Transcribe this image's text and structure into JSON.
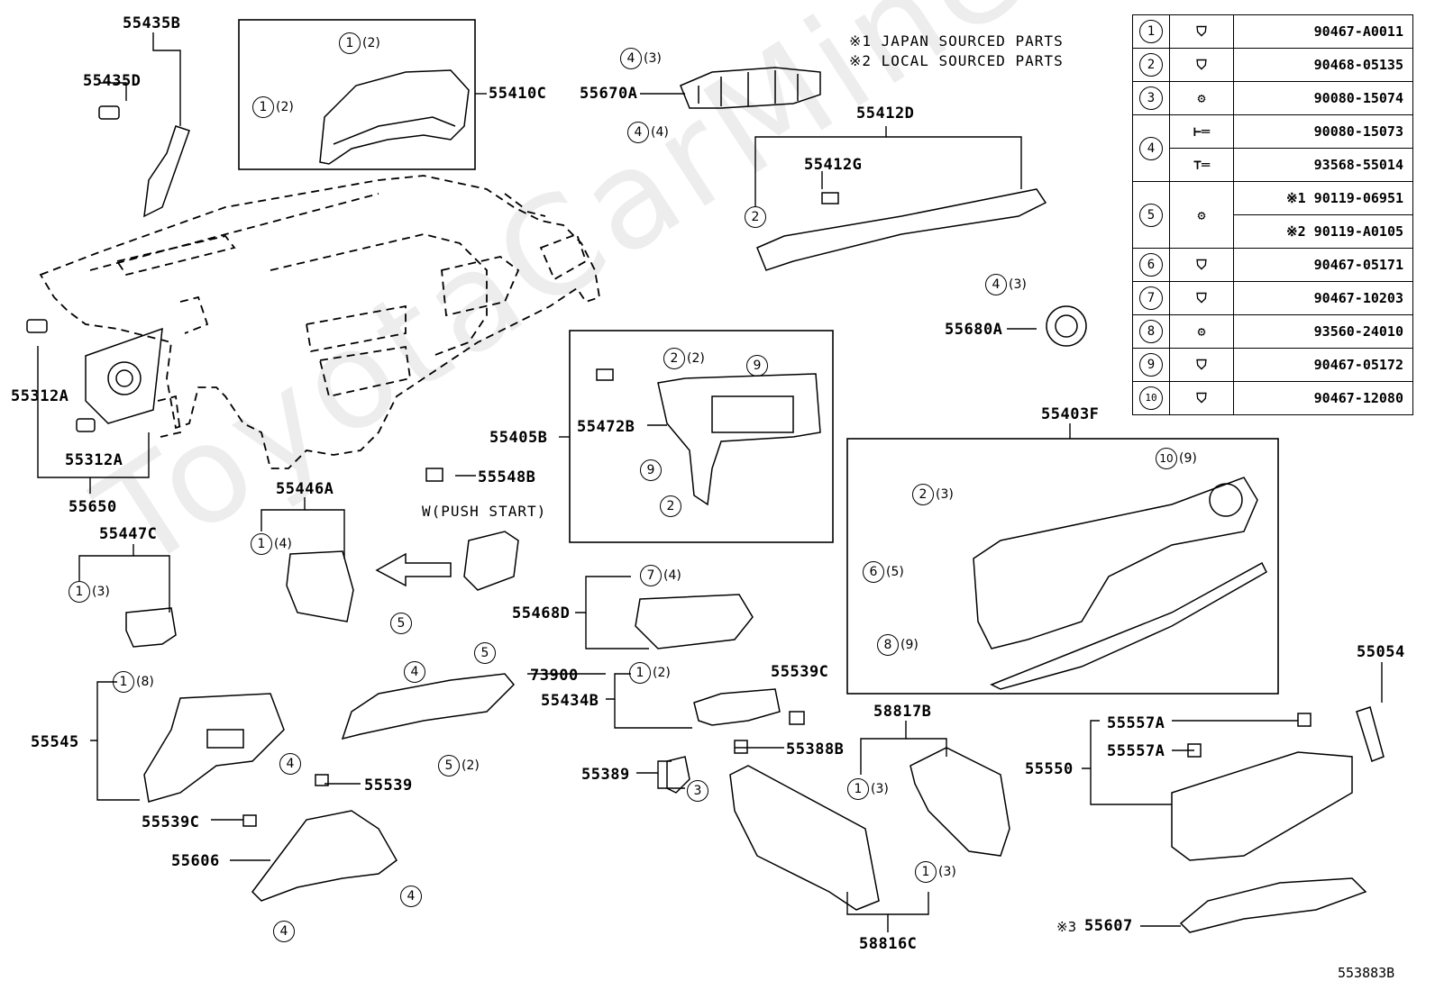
{
  "notes": {
    "n1": "※1 JAPAN SOURCED PARTS",
    "n2": "※2 LOCAL SOURCED PARTS"
  },
  "legend": [
    {
      "no": "1",
      "icon": "clip-icon",
      "part": "90467-A0011"
    },
    {
      "no": "2",
      "icon": "clip-icon",
      "part": "90468-05135"
    },
    {
      "no": "3",
      "icon": "screw-icon",
      "part": "90080-15074"
    },
    {
      "no": "4",
      "icon": "bolt-icon",
      "part": "90080-15073"
    },
    {
      "no": "",
      "icon": "bolt-icon",
      "part": "93568-55014"
    },
    {
      "no": "5",
      "icon": "screw-icon",
      "part": "※1 90119-06951"
    },
    {
      "no": "",
      "icon": "",
      "part": "※2 90119-A0105"
    },
    {
      "no": "6",
      "icon": "clip-icon",
      "part": "90467-05171"
    },
    {
      "no": "7",
      "icon": "clip-icon",
      "part": "90467-10203"
    },
    {
      "no": "8",
      "icon": "screw-icon",
      "part": "93560-24010"
    },
    {
      "no": "9",
      "icon": "clip-icon",
      "part": "90467-05172"
    },
    {
      "no": "10",
      "icon": "clip-icon",
      "part": "90467-12080"
    }
  ],
  "labels": {
    "p55435B": "55435B",
    "p55435D": "55435D",
    "p55410C": "55410C",
    "p55670A": "55670A",
    "p55412D": "55412D",
    "p55412G": "55412G",
    "p55680A": "55680A",
    "p55312A_a": "55312A",
    "p55312A_b": "55312A",
    "p55650": "55650",
    "p55405B": "55405B",
    "p55472B": "55472B",
    "p55548B": "55548B",
    "p55446A": "55446A",
    "p55447C": "55447C",
    "p55403F": "55403F",
    "p55468D": "55468D",
    "p73900": "73900",
    "p55434B": "55434B",
    "p55539C_a": "55539C",
    "p55545": "55545",
    "p55539": "55539",
    "p55539C_b": "55539C",
    "p55606": "55606",
    "p55389": "55389",
    "p55388B": "55388B",
    "p58817B": "58817B",
    "p58816C": "58816C",
    "p55054": "55054",
    "p55557A_a": "55557A",
    "p55557A_b": "55557A",
    "p55550": "55550",
    "p55607": "55607",
    "p55607_mark": "※3",
    "push_start": "W(PUSH START)",
    "ref": "553883B"
  },
  "callouts": {
    "c1": {
      "n": "1",
      "q": "(2)"
    },
    "c2": {
      "n": "1",
      "q": "(2)"
    },
    "c3": {
      "n": "4",
      "q": "(3)"
    },
    "c4": {
      "n": "4",
      "q": "(4)"
    },
    "c5": {
      "n": "2",
      "q": ""
    },
    "c6": {
      "n": "4",
      "q": "(3)"
    },
    "c7": {
      "n": "2",
      "q": "(2)"
    },
    "c8": {
      "n": "9",
      "q": ""
    },
    "c9": {
      "n": "9",
      "q": ""
    },
    "c10": {
      "n": "2",
      "q": ""
    },
    "c11": {
      "n": "1",
      "q": "(4)"
    },
    "c12": {
      "n": "1",
      "q": "(3)"
    },
    "c13": {
      "n": "5",
      "q": ""
    },
    "c14": {
      "n": "4",
      "q": ""
    },
    "c15": {
      "n": "5",
      "q": ""
    },
    "c16": {
      "n": "5",
      "q": "(2)"
    },
    "c17": {
      "n": "7",
      "q": "(4)"
    },
    "c18": {
      "n": "1",
      "q": "(2)"
    },
    "c19": {
      "n": "1",
      "q": "(8)"
    },
    "c20": {
      "n": "4",
      "q": ""
    },
    "c21": {
      "n": "4",
      "q": ""
    },
    "c22": {
      "n": "4",
      "q": ""
    },
    "c23": {
      "n": "3",
      "q": ""
    },
    "c24": {
      "n": "1",
      "q": "(3)"
    },
    "c25": {
      "n": "1",
      "q": "(3)"
    },
    "c26": {
      "n": "10",
      "q": "(9)"
    },
    "c27": {
      "n": "2",
      "q": "(3)"
    },
    "c28": {
      "n": "6",
      "q": "(5)"
    },
    "c29": {
      "n": "8",
      "q": "(9)"
    }
  },
  "watermark": "ToyotaCarMine"
}
